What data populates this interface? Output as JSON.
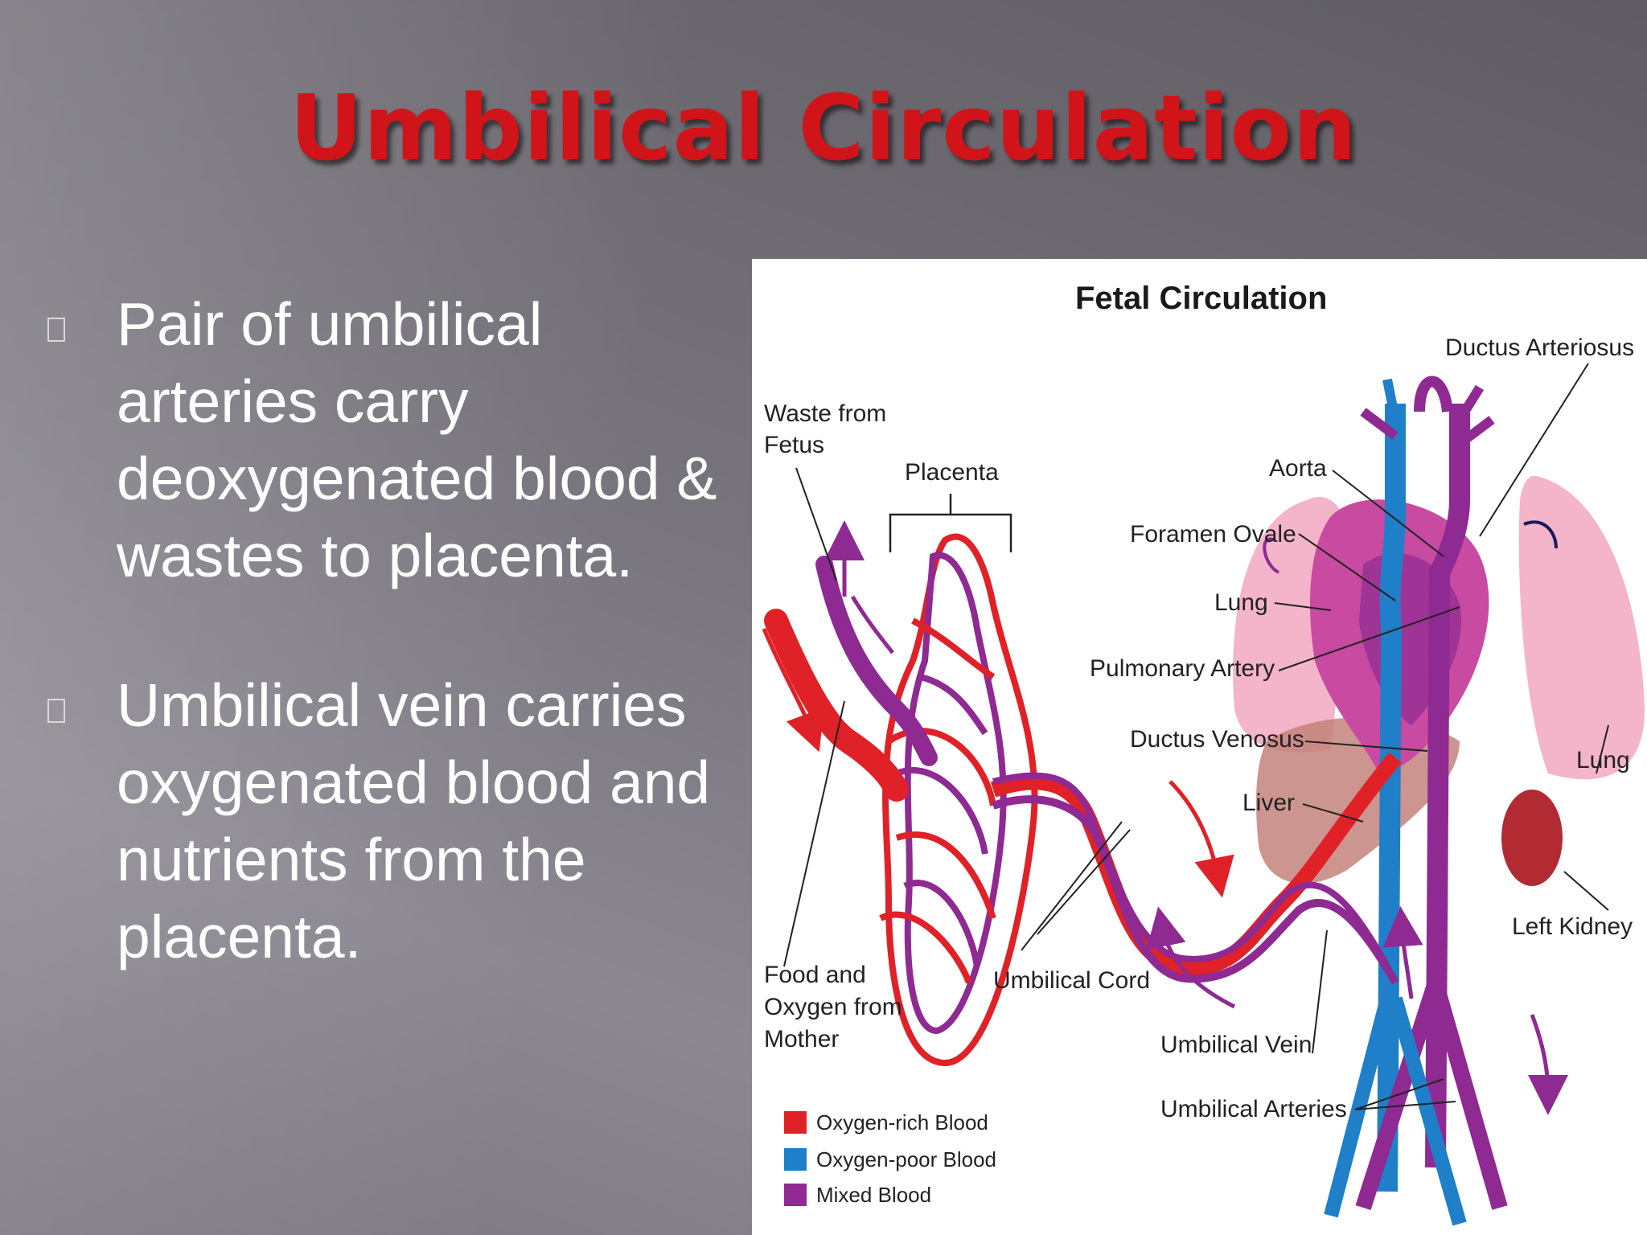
{
  "slide": {
    "title": "Umbilical Circulation",
    "bullets": [
      "Pair of umbilical arteries carry deoxygenated blood & wastes to placenta.",
      "Umbilical vein carries oxygenated blood and nutrients from the placenta."
    ]
  },
  "diagram": {
    "title": "Fetal Circulation",
    "labels": {
      "waste_from_fetus": [
        "Waste from",
        "Fetus"
      ],
      "placenta": "Placenta",
      "food_oxygen": [
        "Food and",
        "Oxygen from",
        "Mother"
      ],
      "umbilical_cord": "Umbilical Cord",
      "aorta": "Aorta",
      "foramen_ovale": "Foramen Ovale",
      "lung_upper": "Lung",
      "pulmonary_artery": "Pulmonary Artery",
      "ductus_venosus": "Ductus Venosus",
      "liver": "Liver",
      "ductus_arteriosus": "Ductus Arteriosus",
      "lung_right": "Lung",
      "left_kidney": "Left Kidney",
      "umbilical_vein": "Umbilical Vein",
      "umbilical_arteries": "Umbilical Arteries"
    },
    "legend": [
      {
        "label": "Oxygen-rich Blood",
        "color": "#e02127"
      },
      {
        "label": "Oxygen-poor Blood",
        "color": "#1f7fc9"
      },
      {
        "label": "Mixed Blood",
        "color": "#8e2a92"
      }
    ]
  },
  "colors": {
    "title": "#d01419",
    "oxygen_rich": "#e02127",
    "oxygen_poor": "#1f7fc9",
    "mixed": "#8e2a92"
  }
}
